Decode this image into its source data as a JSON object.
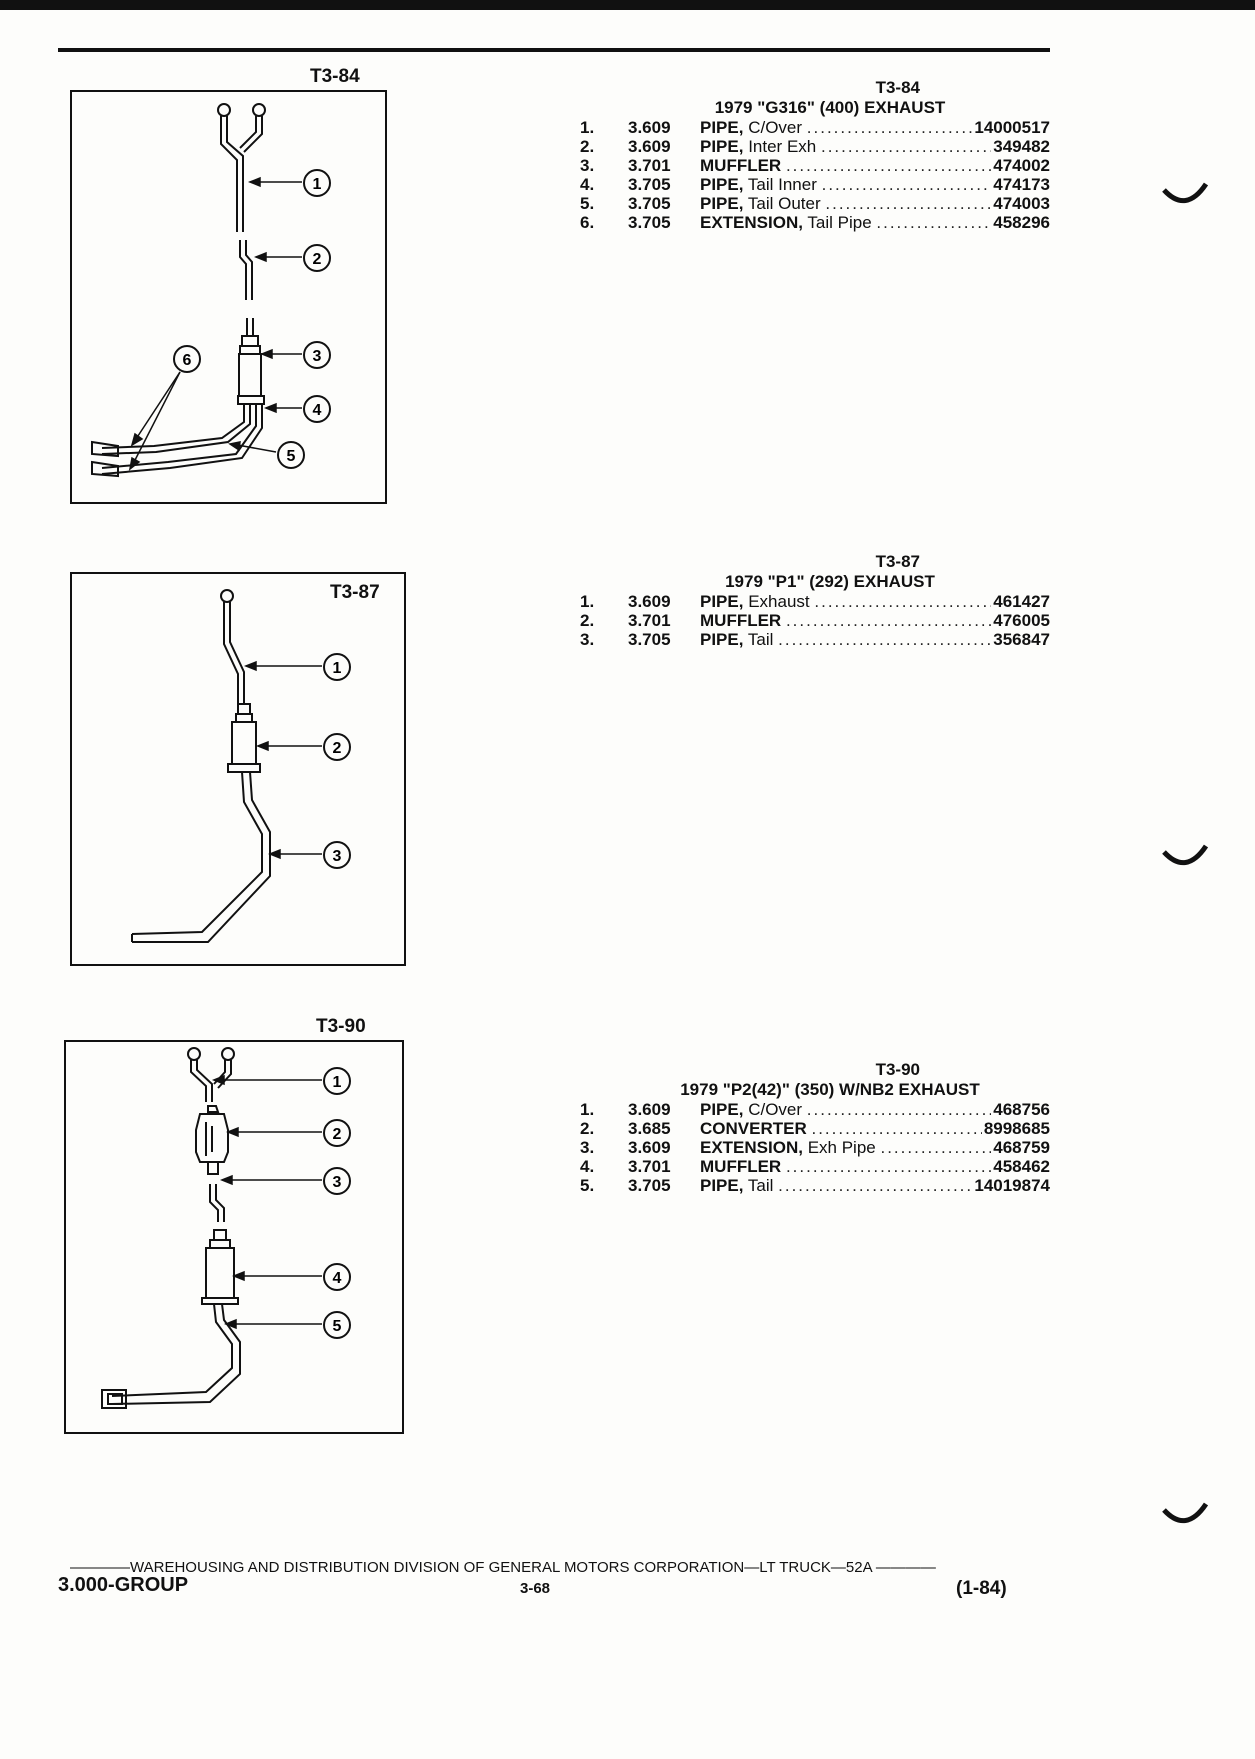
{
  "figures": [
    {
      "label": "T3-84"
    },
    {
      "label": "T3-87"
    },
    {
      "label": "T3-90"
    }
  ],
  "callouts": {
    "t384": [
      "1",
      "2",
      "3",
      "4",
      "5",
      "6"
    ],
    "t387": [
      "1",
      "2",
      "3"
    ],
    "t390": [
      "1",
      "2",
      "3",
      "4",
      "5"
    ]
  },
  "sections": [
    {
      "code": "T3-84",
      "title": "1979 \"G316\" (400) EXHAUST",
      "items": [
        {
          "num": "1.",
          "group": "3.609",
          "name": "PIPE,",
          "detail": "C/Over",
          "part": "14000517"
        },
        {
          "num": "2.",
          "group": "3.609",
          "name": "PIPE,",
          "detail": "Inter Exh",
          "part": "349482"
        },
        {
          "num": "3.",
          "group": "3.701",
          "name": "MUFFLER",
          "detail": "",
          "part": "474002"
        },
        {
          "num": "4.",
          "group": "3.705",
          "name": "PIPE,",
          "detail": "Tail Inner",
          "part": "474173"
        },
        {
          "num": "5.",
          "group": "3.705",
          "name": "PIPE,",
          "detail": "Tail Outer",
          "part": "474003"
        },
        {
          "num": "6.",
          "group": "3.705",
          "name": "EXTENSION,",
          "detail": "Tail Pipe",
          "part": "458296"
        }
      ]
    },
    {
      "code": "T3-87",
      "title": "1979 \"P1\" (292) EXHAUST",
      "items": [
        {
          "num": "1.",
          "group": "3.609",
          "name": "PIPE,",
          "detail": "Exhaust",
          "part": "461427"
        },
        {
          "num": "2.",
          "group": "3.701",
          "name": "MUFFLER",
          "detail": "",
          "part": "476005"
        },
        {
          "num": "3.",
          "group": "3.705",
          "name": "PIPE,",
          "detail": "Tail",
          "part": "356847"
        }
      ]
    },
    {
      "code": "T3-90",
      "title": "1979 \"P2(42)\" (350) W/NB2 EXHAUST",
      "items": [
        {
          "num": "1.",
          "group": "3.609",
          "name": "PIPE,",
          "detail": "C/Over",
          "part": "468756"
        },
        {
          "num": "2.",
          "group": "3.685",
          "name": "CONVERTER",
          "detail": "",
          "part": "8998685"
        },
        {
          "num": "3.",
          "group": "3.609",
          "name": "EXTENSION,",
          "detail": "Exh Pipe",
          "part": "468759"
        },
        {
          "num": "4.",
          "group": "3.701",
          "name": "MUFFLER",
          "detail": "",
          "part": "458462"
        },
        {
          "num": "5.",
          "group": "3.705",
          "name": "PIPE,",
          "detail": "Tail",
          "part": "14019874"
        }
      ]
    }
  ],
  "footer": {
    "line": "————WAREHOUSING AND DISTRIBUTION DIVISION OF GENERAL MOTORS CORPORATION—LT TRUCK—52A ————",
    "group": "3.000-GROUP",
    "page": "3-68",
    "date": "(1-84)"
  }
}
